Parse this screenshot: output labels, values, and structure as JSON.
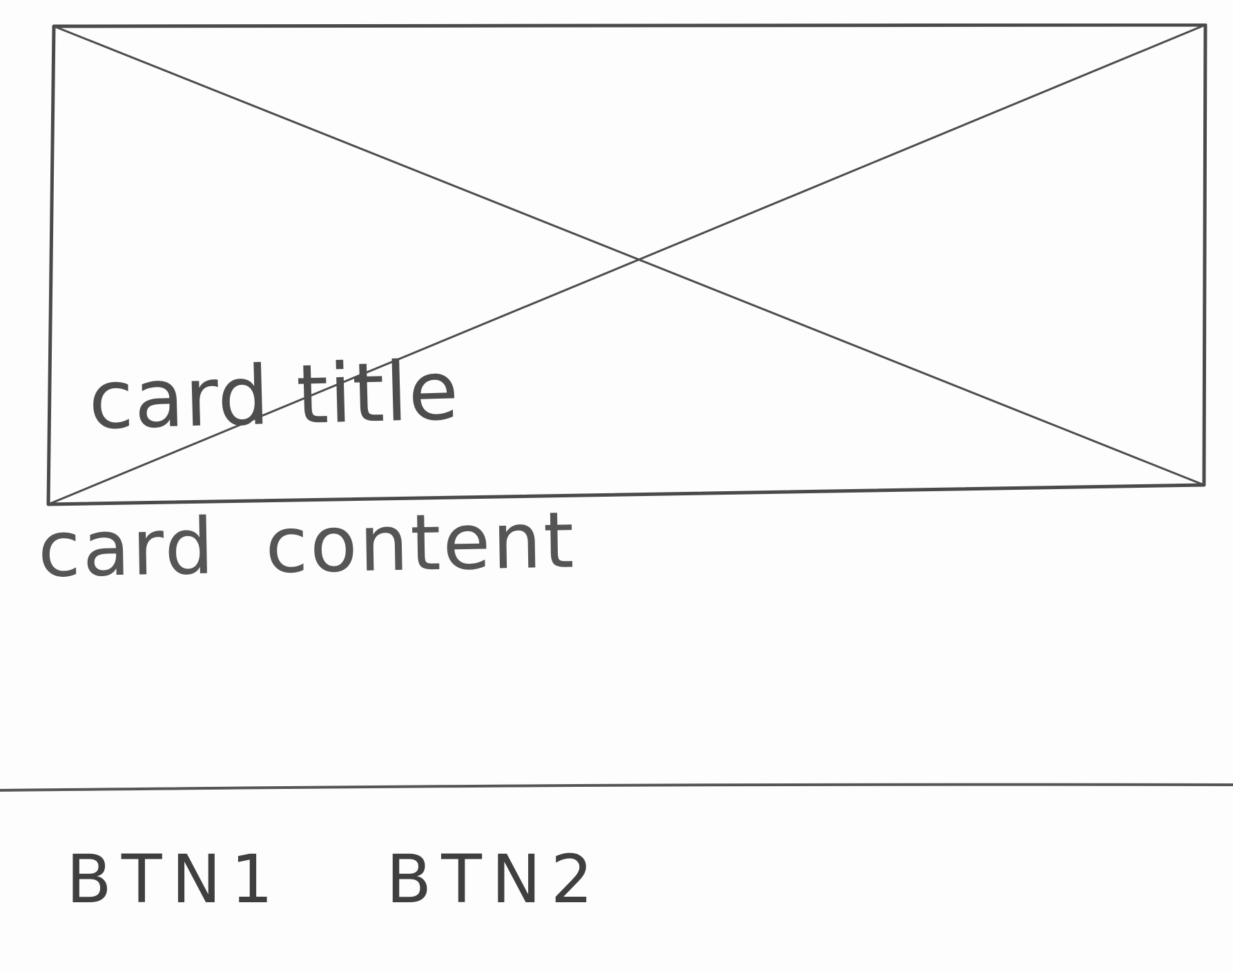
{
  "card": {
    "title": "card title",
    "content_word_1": "card",
    "content_word_2": "content"
  },
  "actions": {
    "button_1_label": "BTN1",
    "button_2_label": "BTN2"
  },
  "media": {
    "icon": "image-placeholder-icon"
  },
  "colors": {
    "background": "#fdfdfd",
    "ink": "#4a4a4a"
  }
}
